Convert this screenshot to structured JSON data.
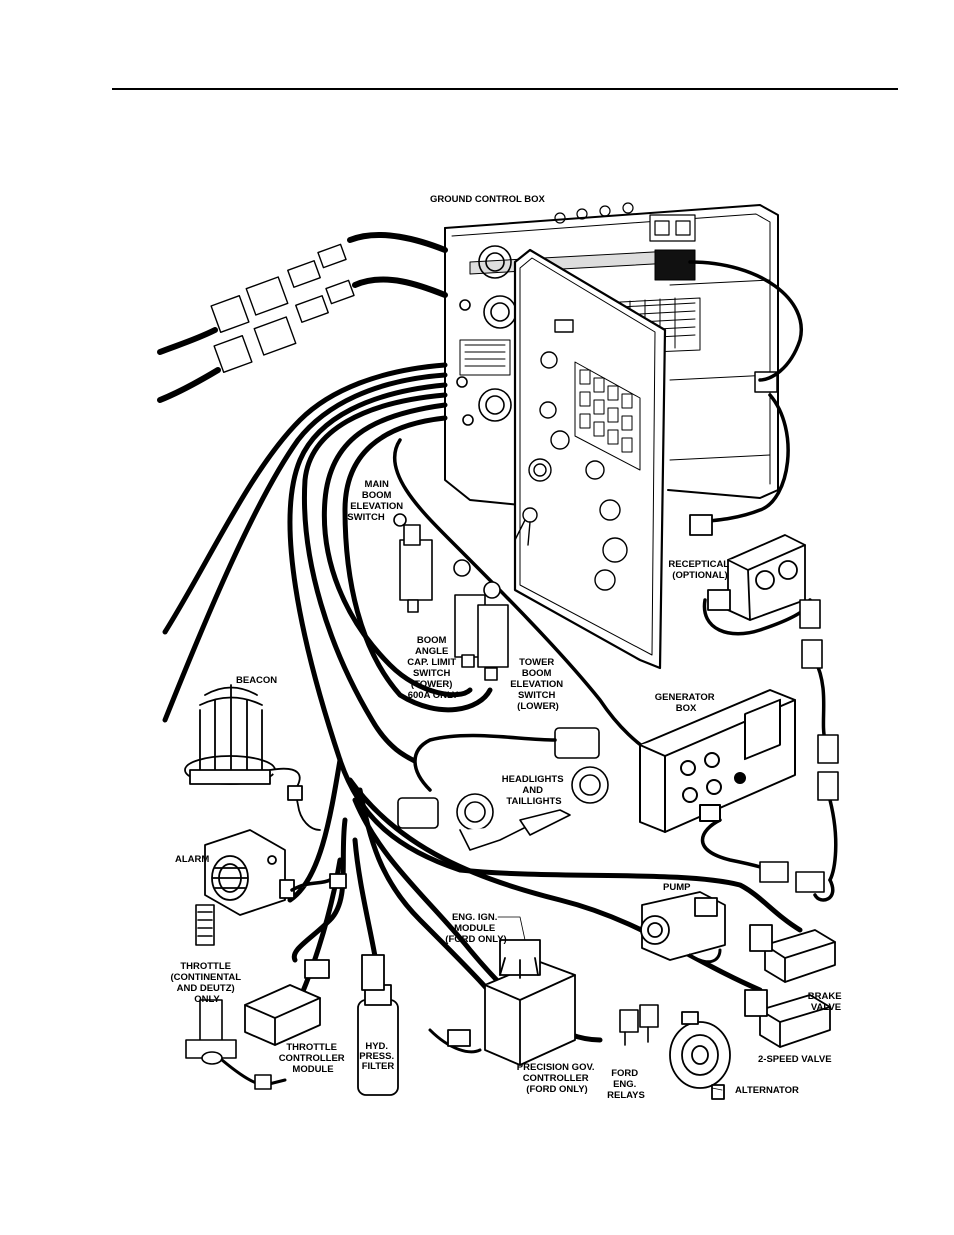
{
  "labels": {
    "ground_control_box": "GROUND CONTROL BOX",
    "main_boom_elevation_switch": [
      "MAIN",
      "BOOM",
      "ELEVATION",
      "SWITCH"
    ],
    "boom_angle_switch": [
      "BOOM",
      "ANGLE",
      "CAP. LIMIT",
      "SWITCH",
      "(TOWER)",
      "600A ONLY"
    ],
    "tower_boom_elevation_switch": [
      "TOWER",
      "BOOM",
      "ELEVATION",
      "SWITCH",
      "(LOWER)"
    ],
    "receptical": [
      "RECEPTICAL",
      "(OPTIONAL)"
    ],
    "generator_box": [
      "GENERATOR",
      "BOX"
    ],
    "beacon": "BEACON",
    "headlights_taillights": [
      "HEADLIGHTS",
      "AND",
      "TAILLIGHTS"
    ],
    "alarm": "ALARM",
    "pump": "PUMP",
    "eng_ign_module": [
      "ENG. IGN.",
      "MODULE",
      "(FORD ONLY)"
    ],
    "brake_valve": [
      "BRAKE",
      "VALVE"
    ],
    "throttle": [
      "THROTTLE",
      "(CONTINENTAL",
      "AND DEUTZ)",
      "ONLY"
    ],
    "throttle_controller_module": [
      "THROTTLE",
      "CONTROLLER",
      "MODULE"
    ],
    "hyd_press_filter": [
      "HYD.",
      "PRESS.",
      "FILTER"
    ],
    "precision_gov_controller": [
      "PRECISION GOV.",
      "CONTROLLER",
      "(FORD ONLY)"
    ],
    "ford_eng_relays": [
      "FORD",
      "ENG.",
      "RELAYS"
    ],
    "two_speed_valve": "2-SPEED VALVE",
    "alternator": "ALTERNATOR"
  }
}
